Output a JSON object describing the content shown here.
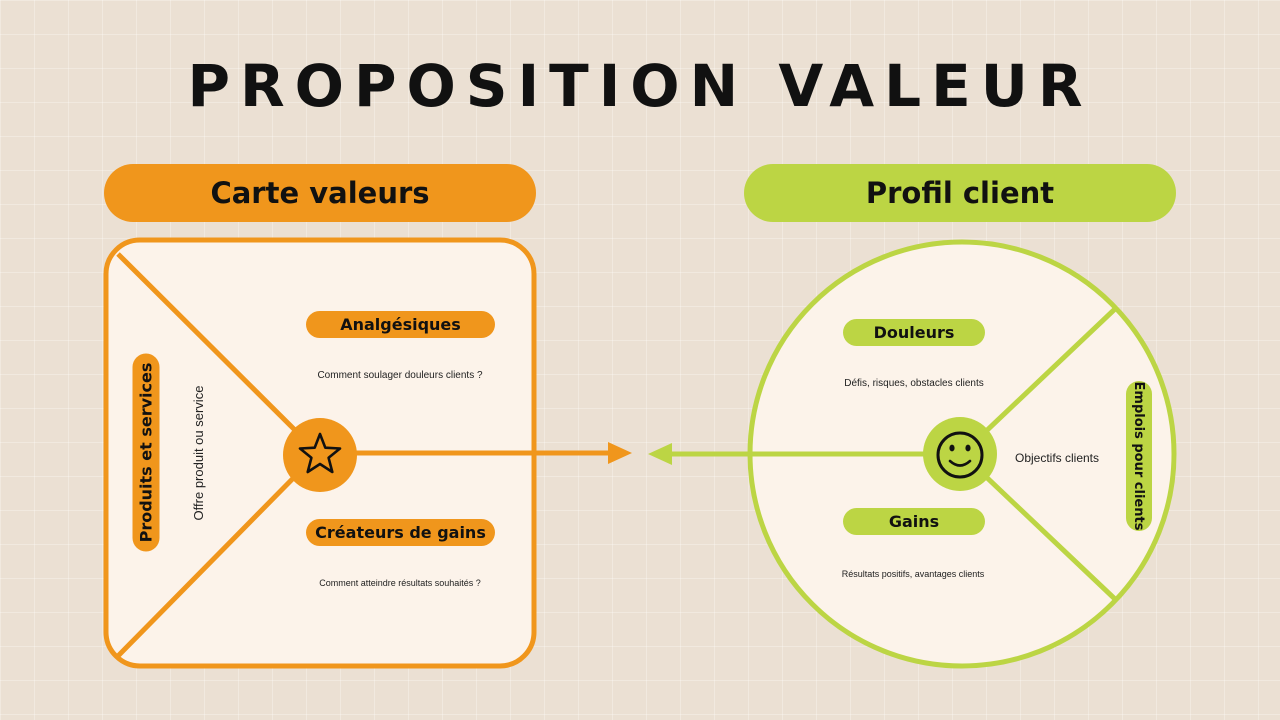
{
  "title": "PROPOSITION VALEUR",
  "value_map": {
    "header": "Carte valeurs",
    "side_pill": "Produits et services",
    "side_text": "Offre produit ou service",
    "pain_relievers": {
      "label": "Analgésiques",
      "text": "Comment soulager douleurs clients ?"
    },
    "gain_creators": {
      "label": "Créateurs de gains",
      "text": "Comment atteindre résultats souhaités ?"
    },
    "center_icon": "star-icon"
  },
  "customer_profile": {
    "header": "Profil client",
    "pains": {
      "label": "Douleurs",
      "text": "Défis, risques, obstacles clients"
    },
    "gains": {
      "label": "Gains",
      "text": "Résultats positifs, avantages clients"
    },
    "jobs": {
      "label": "Emplois pour clients",
      "text": "Objectifs clients"
    },
    "center_icon": "smiley-icon"
  },
  "colors": {
    "orange": "#f0961c",
    "green": "#bcd544",
    "panel": "#fcf3ea",
    "background": "#ebe0d3"
  }
}
